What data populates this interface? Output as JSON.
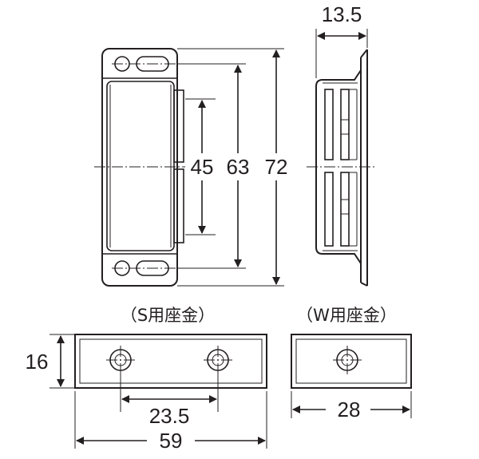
{
  "dimensions": {
    "side_depth": "13.5",
    "magnet_span": "45",
    "hole_pitch": "63",
    "overall_height": "72",
    "plate_height": "16",
    "s_hole_pitch": "23.5",
    "s_plate_length": "59",
    "w_plate_length": "28"
  },
  "captions": {
    "s_plate": "（S用座金）",
    "w_plate": "（W用座金）"
  }
}
